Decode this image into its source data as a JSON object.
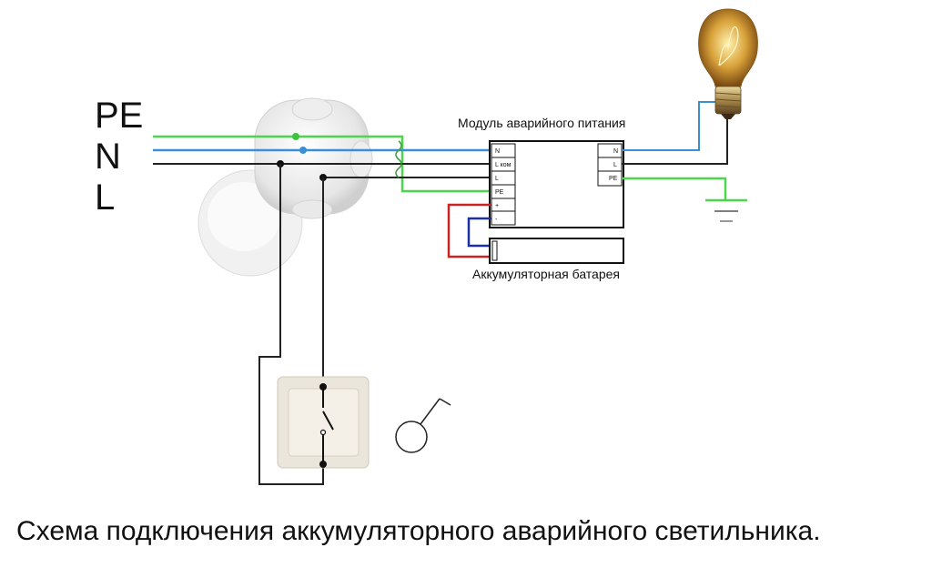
{
  "line_labels": {
    "pe": "PE",
    "n": "N",
    "l": "L"
  },
  "module": {
    "title": "Модуль аварийного питания",
    "left_terminals": [
      "N",
      "L ком",
      "L",
      "PE",
      "+",
      "-"
    ],
    "right_terminals": [
      "N",
      "L",
      "PE"
    ]
  },
  "battery": {
    "label": "Аккумуляторная батарея"
  },
  "caption": "Схема подключения аккумуляторного аварийного светильника.",
  "colors": {
    "pe_wire": "#4cd64c",
    "n_wire": "#3b8fd6",
    "l_wire": "#222222",
    "plus_wire": "#cc2222",
    "minus_wire": "#1a2fa8"
  },
  "icons": [
    "junction-box-icon",
    "light-bulb-icon",
    "wall-switch-icon",
    "ground-symbol-icon",
    "switch-symbol-icon"
  ]
}
